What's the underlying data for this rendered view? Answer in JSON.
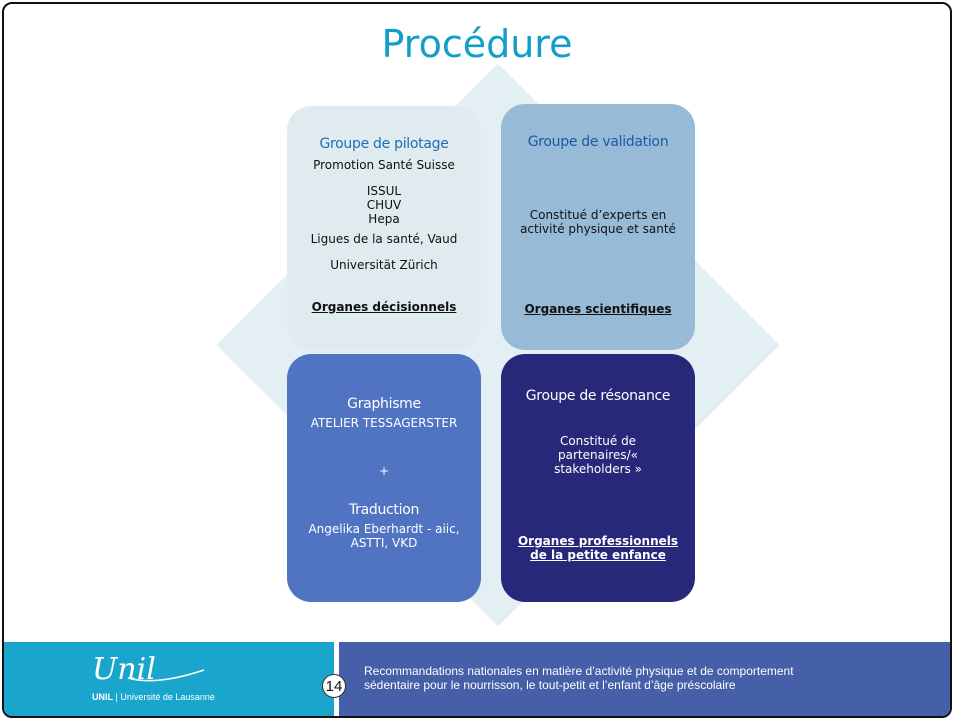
{
  "slide": {
    "title": "Procédure"
  },
  "boxes": {
    "pilotage": {
      "heading": "Groupe de pilotage",
      "lines": [
        "Promotion Santé Suisse",
        "ISSUL",
        "CHUV",
        "Hepa",
        "Ligues de la santé, Vaud",
        "Universität Zürich"
      ],
      "footer": "Organes décisionnels"
    },
    "validation": {
      "heading": "Groupe de validation",
      "lines": [
        "Constitué d’experts en",
        "activité physique et santé"
      ],
      "footer": "Organes scientifiques"
    },
    "graphisme": {
      "heading": "Graphisme",
      "line1": "ATELIER TESSAGERSTER",
      "plus": "+",
      "heading2": "Traduction",
      "lines": [
        "Angelika Eberhardt - aiic,",
        "ASTTI, VKD"
      ]
    },
    "resonance": {
      "heading": "Groupe de résonance",
      "lines": [
        "Constitué de",
        "partenaires/«",
        "stakeholders »"
      ],
      "footer": [
        "Organes professionnels",
        "de la petite enfance"
      ]
    }
  },
  "footer": {
    "logo_script": "Unil",
    "logo_sub_bold": "UNIL",
    "logo_sub_rest": " | Université de Lausanne",
    "page_number": "14",
    "text_line1": "Recommandations nationales  en matière d’activité physique  et de comportement",
    "text_line2": "sédentaire pour le  nourrisson,  le tout-petit  et l’enfant d’âge préscolaire"
  }
}
